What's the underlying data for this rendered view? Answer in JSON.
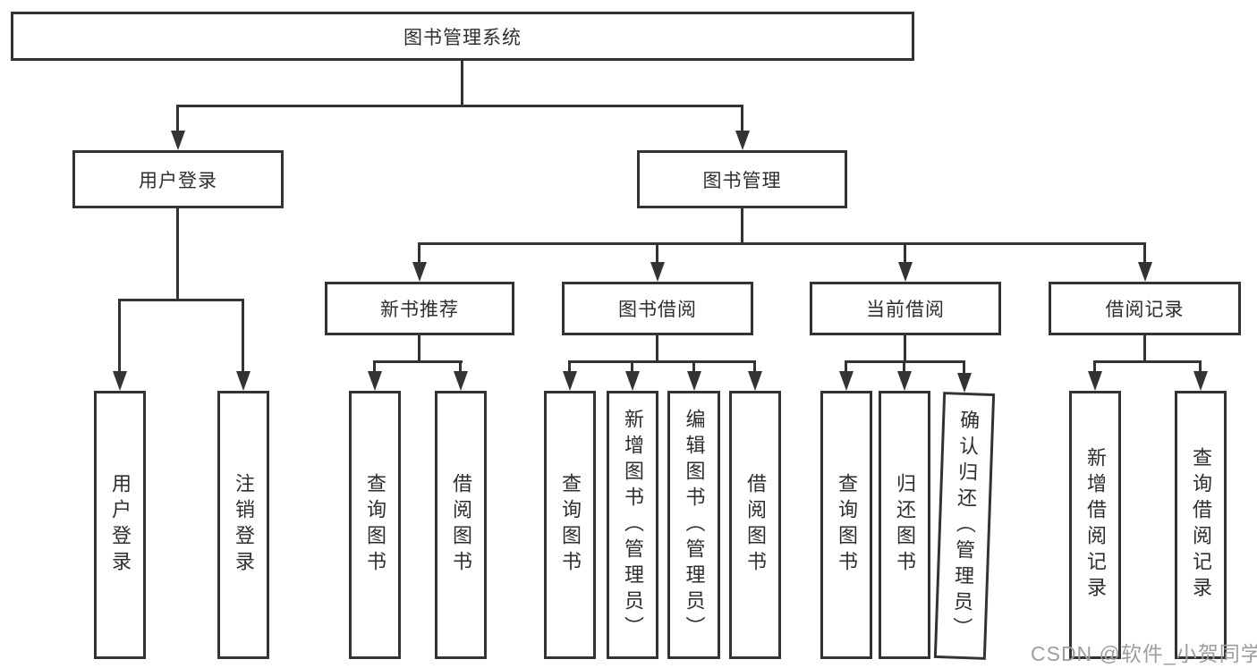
{
  "diagram": {
    "root": {
      "label": "图书管理系统",
      "children": [
        {
          "label": "用户登录",
          "children": [
            {
              "label": "用户登录"
            },
            {
              "label": "注销登录"
            }
          ]
        },
        {
          "label": "图书管理",
          "children": [
            {
              "label": "新书推荐",
              "children": [
                {
                  "label": "查询图书"
                },
                {
                  "label": "借阅图书"
                }
              ]
            },
            {
              "label": "图书借阅",
              "children": [
                {
                  "label": "查询图书"
                },
                {
                  "label": "新增图书（管理员）"
                },
                {
                  "label": "编辑图书（管理员）"
                },
                {
                  "label": "借阅图书"
                }
              ]
            },
            {
              "label": "当前借阅",
              "children": [
                {
                  "label": "查询图书"
                },
                {
                  "label": "归还图书"
                },
                {
                  "label": "确认归还（管理员）"
                }
              ]
            },
            {
              "label": "借阅记录",
              "children": [
                {
                  "label": "新增借阅记录"
                },
                {
                  "label": "查询借阅记录"
                }
              ]
            }
          ]
        }
      ]
    }
  },
  "watermark": {
    "text": "CSDN @软件_小贺同学"
  },
  "colors": {
    "line": "#333333",
    "text": "#2e2e2e",
    "background": "#ffffff",
    "watermark": "#9e9e9e"
  }
}
